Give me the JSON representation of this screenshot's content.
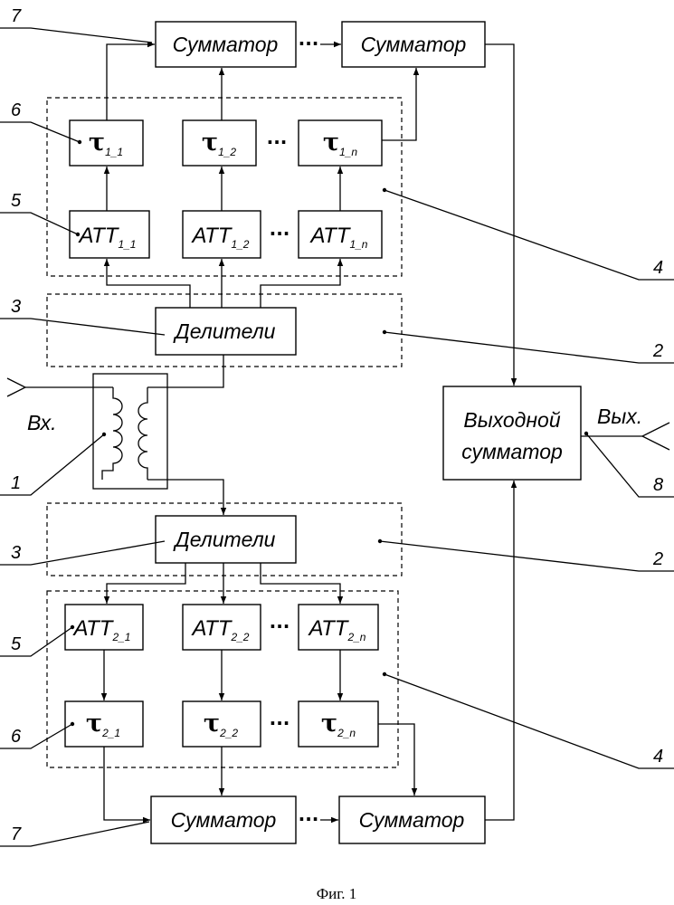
{
  "caption": "Фиг. 1",
  "ellipsis": "···",
  "input_label": "Вх.",
  "output_label": "Вых.",
  "output_summator": {
    "line1": "Выходной",
    "line2": "сумматор"
  },
  "upper": {
    "summators": [
      "Сумматор",
      "Сумматор"
    ],
    "delays": [
      {
        "symbol": "τ",
        "index": "1_1"
      },
      {
        "symbol": "τ",
        "index": "1_2"
      },
      {
        "symbol": "τ",
        "index": "1_n"
      }
    ],
    "attenuators": [
      {
        "symbol": "АТТ",
        "index": "1_1"
      },
      {
        "symbol": "АТТ",
        "index": "1_2"
      },
      {
        "symbol": "АТТ",
        "index": "1_n"
      }
    ],
    "dividers": "Делители"
  },
  "lower": {
    "summators": [
      "Сумматор",
      "Сумматор"
    ],
    "delays": [
      {
        "symbol": "τ",
        "index": "2_1"
      },
      {
        "symbol": "τ",
        "index": "2_2"
      },
      {
        "symbol": "τ",
        "index": "2_n"
      }
    ],
    "attenuators": [
      {
        "symbol": "АТТ",
        "index": "2_1"
      },
      {
        "symbol": "АТТ",
        "index": "2_2"
      },
      {
        "symbol": "АТТ",
        "index": "2_n"
      }
    ],
    "dividers": "Делители"
  },
  "refs": {
    "left": [
      "7",
      "6",
      "5",
      "3",
      "1",
      "3",
      "5",
      "6",
      "7"
    ],
    "right": [
      "4",
      "2",
      "8",
      "2",
      "4"
    ]
  }
}
